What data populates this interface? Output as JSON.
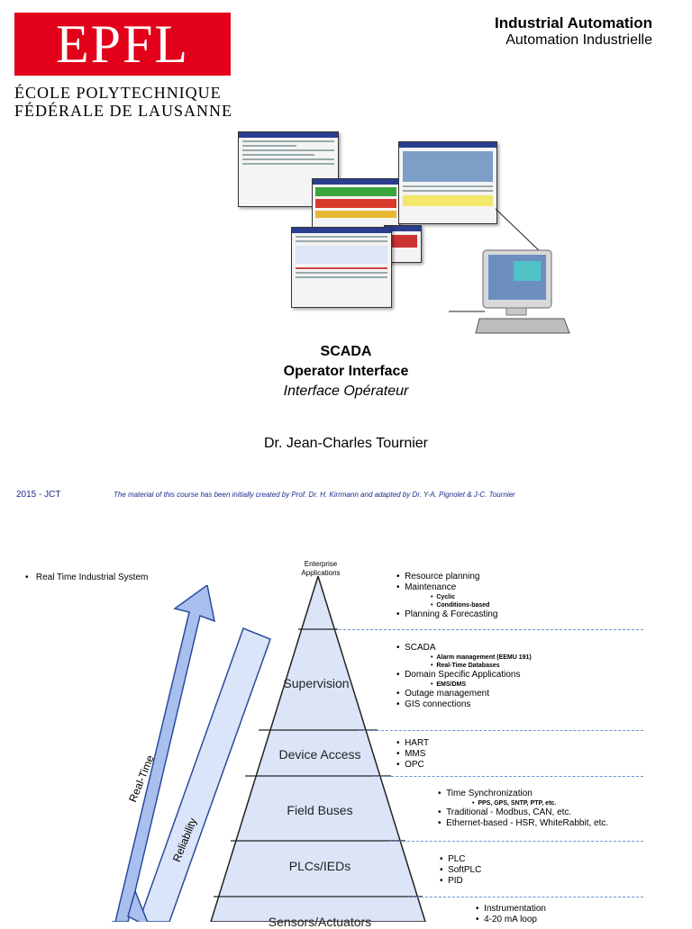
{
  "slide1": {
    "logo_text": "EPFL",
    "school_line1": "ÉCOLE POLYTECHNIQUE",
    "school_line2": "FÉDÉRALE DE LAUSANNE",
    "course_title_en": "Industrial Automation",
    "course_title_fr": "Automation Industrielle",
    "title": "SCADA",
    "subtitle_en": "Operator Interface",
    "subtitle_fr": "Interface Opérateur",
    "author": "Dr. Jean-Charles Tournier",
    "footer_year": "2015 - JCT",
    "footer_note": "The material of this course has been initially created by Prof. Dr. H. Kirrmann and adapted by Dr. Y-A. Pignolet & J-C. Tournier"
  },
  "slide2": {
    "left_bullet": "Real Time Industrial System",
    "apex_label_1": "Enterprise",
    "apex_label_2": "Applications",
    "arrow_realtime": "Real-Time",
    "arrow_reliability": "Reliability",
    "levels": [
      "Supervision",
      "Device Access",
      "Field Buses",
      "PLCs/IEDs",
      "Sensors/Actuators"
    ],
    "enterprise_bullets": [
      "Resource planning",
      "Maintenance",
      "Planning & Forecasting"
    ],
    "maintenance_sub": [
      "Cyclic",
      "Conditions-based"
    ],
    "supervision_bullets": [
      "SCADA",
      "Domain Specific Applications",
      "Outage management",
      "GIS connections"
    ],
    "scada_sub": [
      "Alarm management (EEMU 191)",
      "Real-Time Databases"
    ],
    "domain_sub": [
      "EMS/DMS"
    ],
    "device_bullets": [
      "HART",
      "MMS",
      "OPC"
    ],
    "fieldbus_bullets": [
      "Time Synchronization",
      "Traditional  - Modbus, CAN, etc.",
      "Ethernet-based - HSR, WhiteRabbit, etc."
    ],
    "timesync_sub": [
      "PPS, GPS, SNTP, PTP, etc."
    ],
    "plc_bullets": [
      "PLC",
      "SoftPLC",
      "PID"
    ],
    "sensor_bullets": [
      "Instrumentation",
      "4-20 mA loop"
    ]
  },
  "colors": {
    "epfl_red": "#e2001a",
    "footer_blue": "#1a2b8f",
    "pyramid_fill": "#d6e0f7",
    "arrow_fill": "#9fb6ea",
    "dash": "#6b8fd6"
  }
}
